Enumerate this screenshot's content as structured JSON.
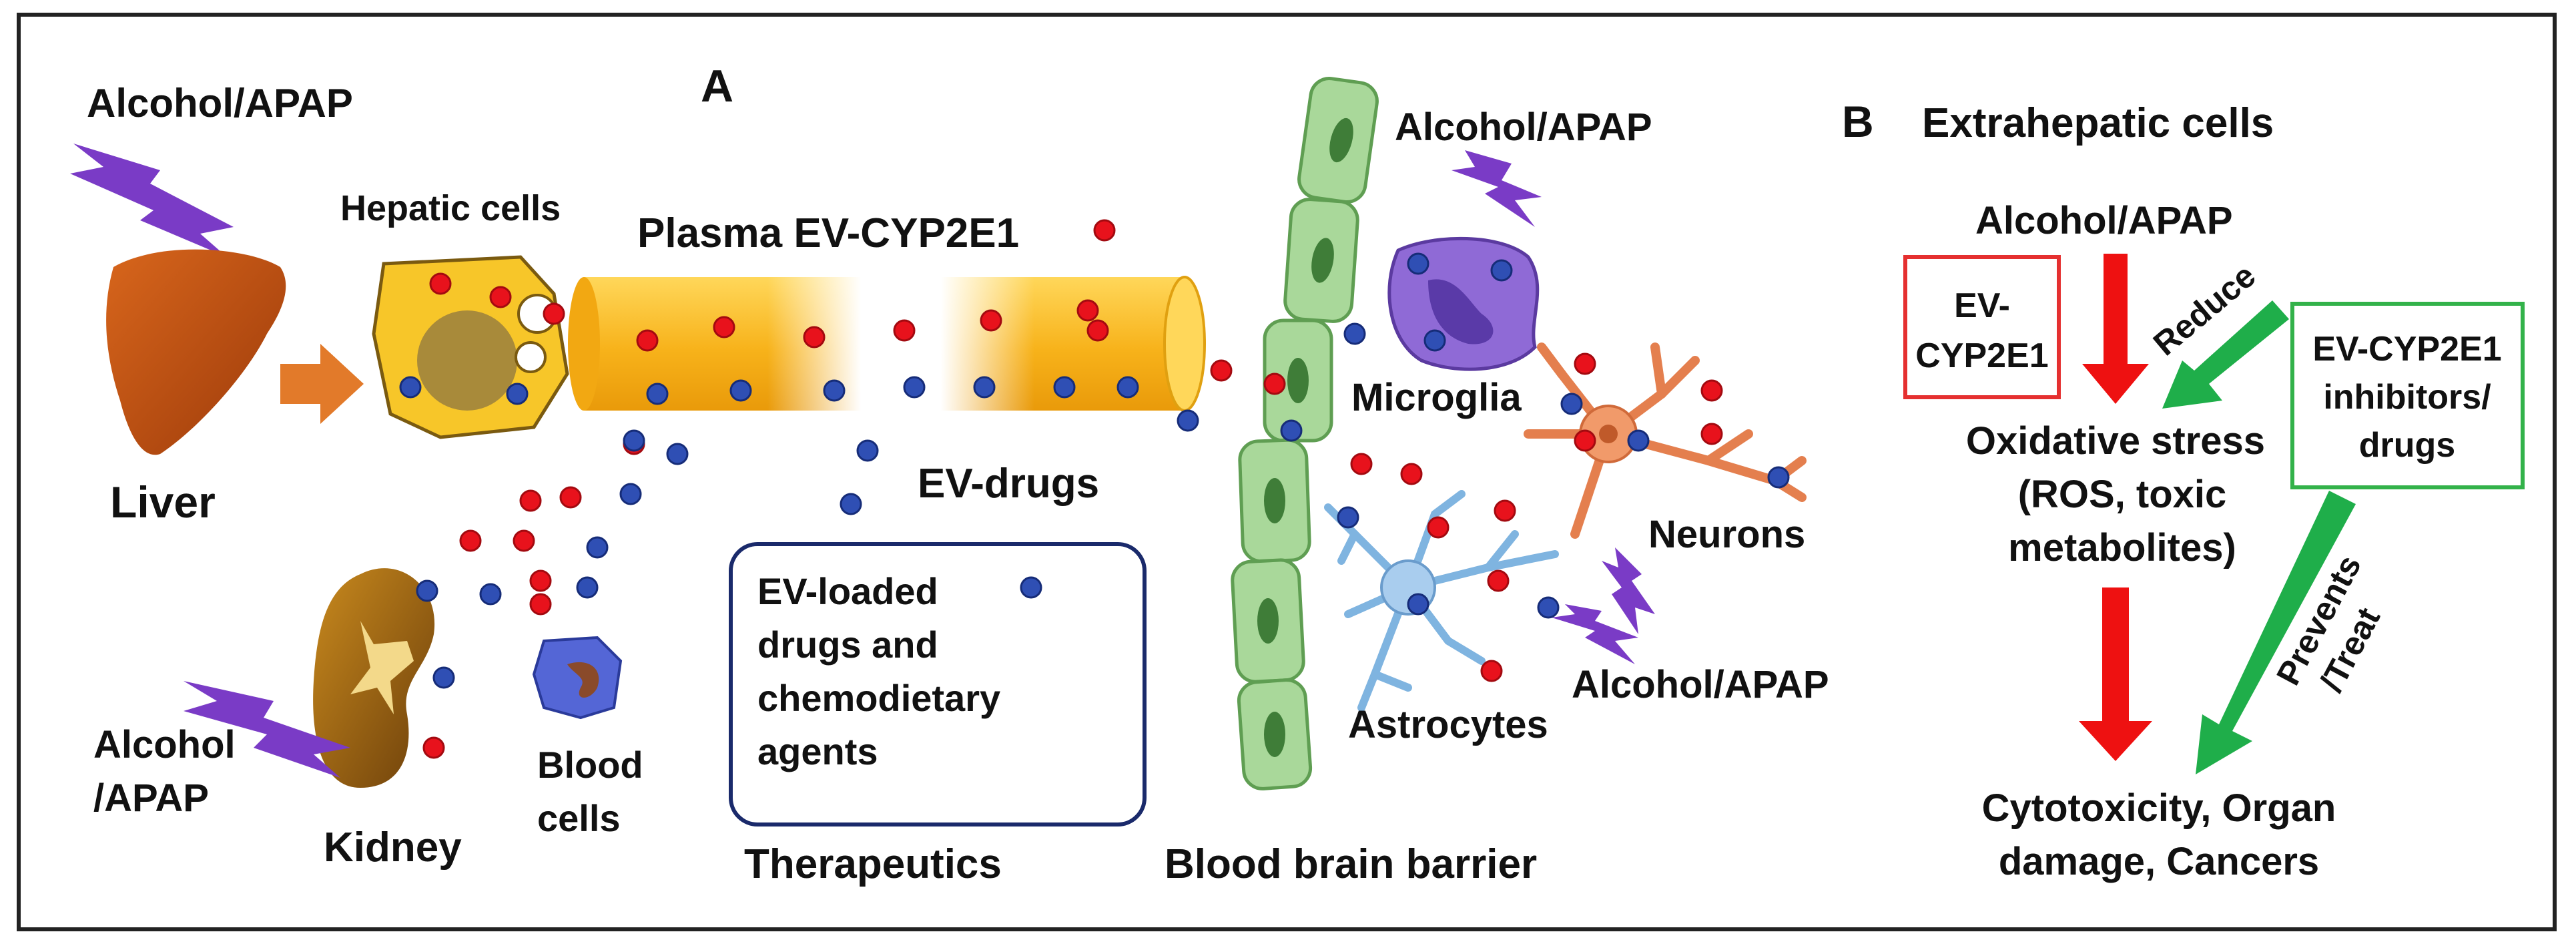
{
  "panel_a": {
    "label": "A",
    "liver_stimulus": "Alcohol/APAP",
    "hepatic_cells": "Hepatic cells",
    "liver": "Liver",
    "plasma": "Plasma EV-CYP2E1",
    "ev_drugs": "EV-drugs",
    "kidney_stimulus_line1": "Alcohol",
    "kidney_stimulus_line2": "/APAP",
    "kidney": "Kidney",
    "blood_cells_line1": "Blood",
    "blood_cells_line2": "cells",
    "therapeutics_box": [
      "EV-loaded",
      "drugs and",
      "chemodietary",
      "agents"
    ],
    "therapeutics": "Therapeutics",
    "bbb": "Blood brain barrier",
    "microglia_stimulus": "Alcohol/APAP",
    "microglia": "Microglia",
    "neurons": "Neurons",
    "astrocytes": "Astrocytes",
    "neuro_stimulus": "Alcohol/APAP"
  },
  "panel_b": {
    "label": "B",
    "title": "Extrahepatic cells",
    "stimulus": "Alcohol/APAP",
    "ev_box": [
      "EV-",
      "CYP2E1"
    ],
    "reduce": "Reduce",
    "inhibitor_box": [
      "EV-CYP2E1",
      "inhibitors/",
      "drugs"
    ],
    "oxidative": [
      "Oxidative stress",
      "(ROS, toxic",
      "metabolites)"
    ],
    "prevents_line1": "Prevents",
    "prevents_line2": "/Treat",
    "outcome": [
      "Cytotoxicity, Organ",
      "damage, Cancers"
    ]
  },
  "colors": {
    "red_dot": "#e8121c",
    "blue_dot": "#2f4fb4",
    "lightning": "#7a3bc6",
    "vessel": "#f7b21a",
    "arrow_red": "#ee1111",
    "arrow_green": "#1fae4a",
    "box_red": "#e53030",
    "box_green": "#33b24a",
    "box_navy": "#1a2a6b"
  }
}
